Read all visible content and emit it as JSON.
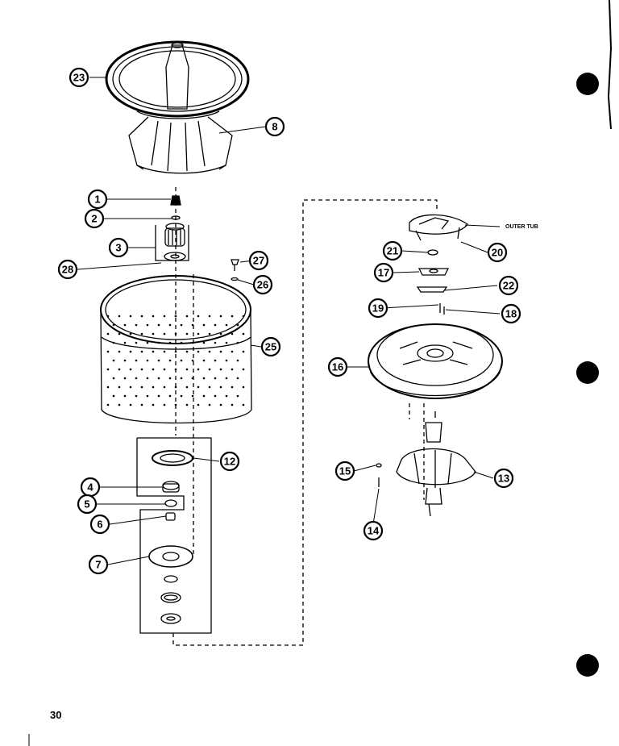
{
  "callouts": [
    {
      "id": "23"
    },
    {
      "id": "8"
    },
    {
      "id": "1"
    },
    {
      "id": "2"
    },
    {
      "id": "3"
    },
    {
      "id": "28"
    },
    {
      "id": "27"
    },
    {
      "id": "26"
    },
    {
      "id": "25"
    },
    {
      "id": "12"
    },
    {
      "id": "4"
    },
    {
      "id": "5"
    },
    {
      "id": "6"
    },
    {
      "id": "7"
    },
    {
      "id": "21"
    },
    {
      "id": "20"
    },
    {
      "id": "17"
    },
    {
      "id": "22"
    },
    {
      "id": "19"
    },
    {
      "id": "18"
    },
    {
      "id": "16"
    },
    {
      "id": "15"
    },
    {
      "id": "13"
    },
    {
      "id": "14"
    }
  ],
  "outer_tub_label": "OUTER TUB",
  "page_number": "30",
  "colors": {
    "ink": "#000000",
    "paper": "#ffffff"
  }
}
